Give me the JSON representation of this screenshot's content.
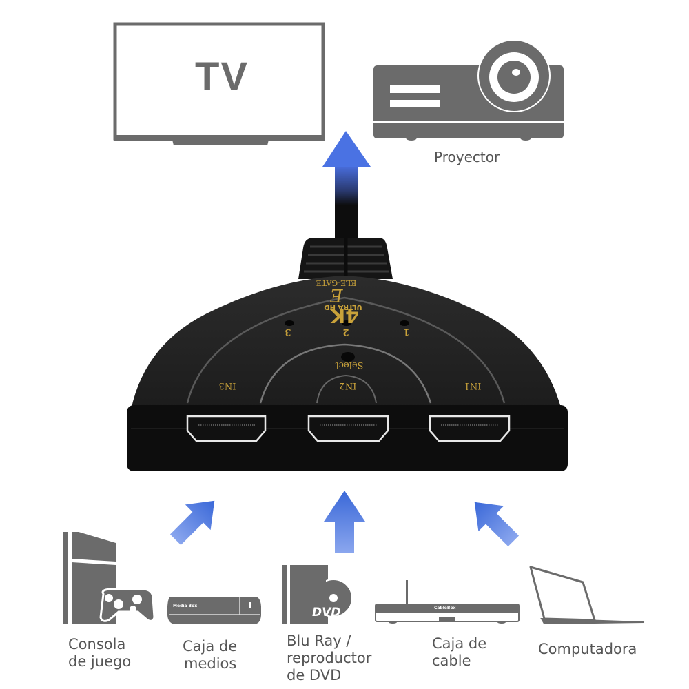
{
  "outputs": {
    "tv": {
      "label": "TV"
    },
    "projector": {
      "label": "Proyector"
    }
  },
  "switch": {
    "brand": "ELE-GATE",
    "badge_main": "4K",
    "badge_sub": "ULTRA HD",
    "indicators": [
      "3",
      "2",
      "1"
    ],
    "select_label": "Select",
    "ports": [
      "IN3",
      "IN2",
      "IN1"
    ]
  },
  "inputs": [
    {
      "id": "console",
      "label_line1": "Consola",
      "label_line2": "de juego"
    },
    {
      "id": "media-box",
      "label_line1": "Caja de",
      "label_line2": "medios",
      "device_text": "Media Box"
    },
    {
      "id": "bluray-dvd",
      "label_line1": "Blu Ray /",
      "label_line2": "reproductor",
      "label_line3": "de DVD",
      "device_text": "DVD"
    },
    {
      "id": "cable-box",
      "label_line1": "Caja de",
      "label_line2": "cable",
      "device_text": "CableBox"
    },
    {
      "id": "computer",
      "label_line1": "Computadora"
    }
  ],
  "colors": {
    "icon_gray": "#6b6b6b",
    "arrow_blue": "#3f6fd6",
    "device_black": "#141414",
    "print_gold": "#c9a23a"
  }
}
